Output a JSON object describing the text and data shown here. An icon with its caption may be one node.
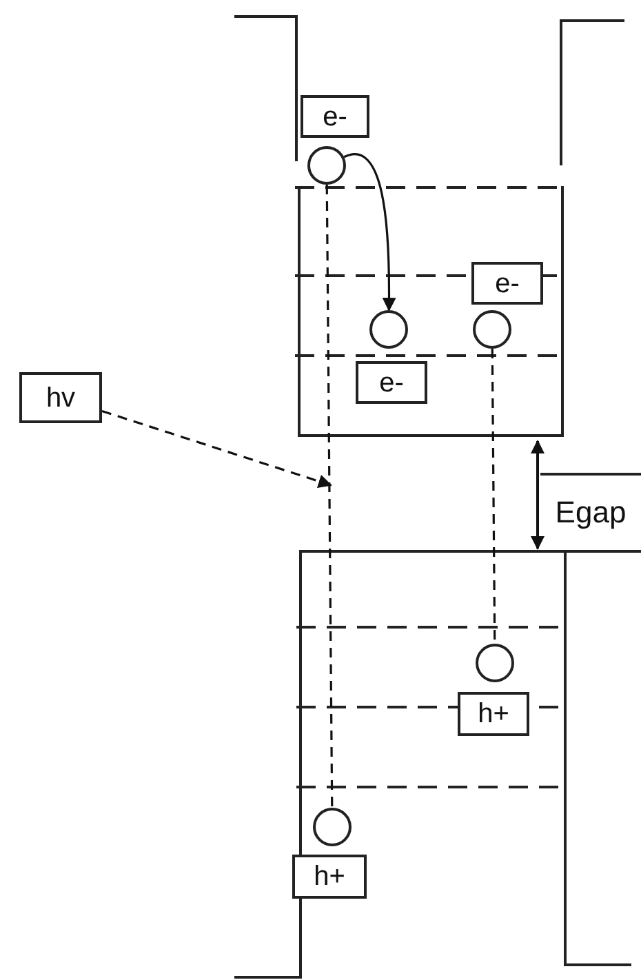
{
  "diagram": {
    "nodes": [
      {
        "text": [
          "e-"
        ]
      },
      {
        "text": [],
        "shape": "circle"
      },
      {
        "text": [
          "e-"
        ]
      },
      {
        "text": [],
        "shape": "circle"
      },
      {
        "text": [],
        "shape": "circle"
      },
      {
        "text": [
          "e-"
        ]
      },
      {
        "text": [
          "hv"
        ]
      },
      {
        "text": [],
        "shape": "circle"
      },
      {
        "text": [
          "h+"
        ]
      },
      {
        "text": [],
        "shape": "circle"
      },
      {
        "text": [
          "h+"
        ]
      }
    ],
    "edges": [
      {
        "from": 1,
        "to": 3,
        "arrow": "to"
      },
      {
        "from": 1,
        "to": 9,
        "arrow": "none",
        "style": "dashed"
      },
      {
        "from": 4,
        "to": 7,
        "arrow": "none",
        "style": "dashed"
      },
      {
        "from": 6,
        "to": null,
        "arrow": "to",
        "style": "dashed"
      }
    ],
    "labels": [
      "Egap"
    ]
  }
}
